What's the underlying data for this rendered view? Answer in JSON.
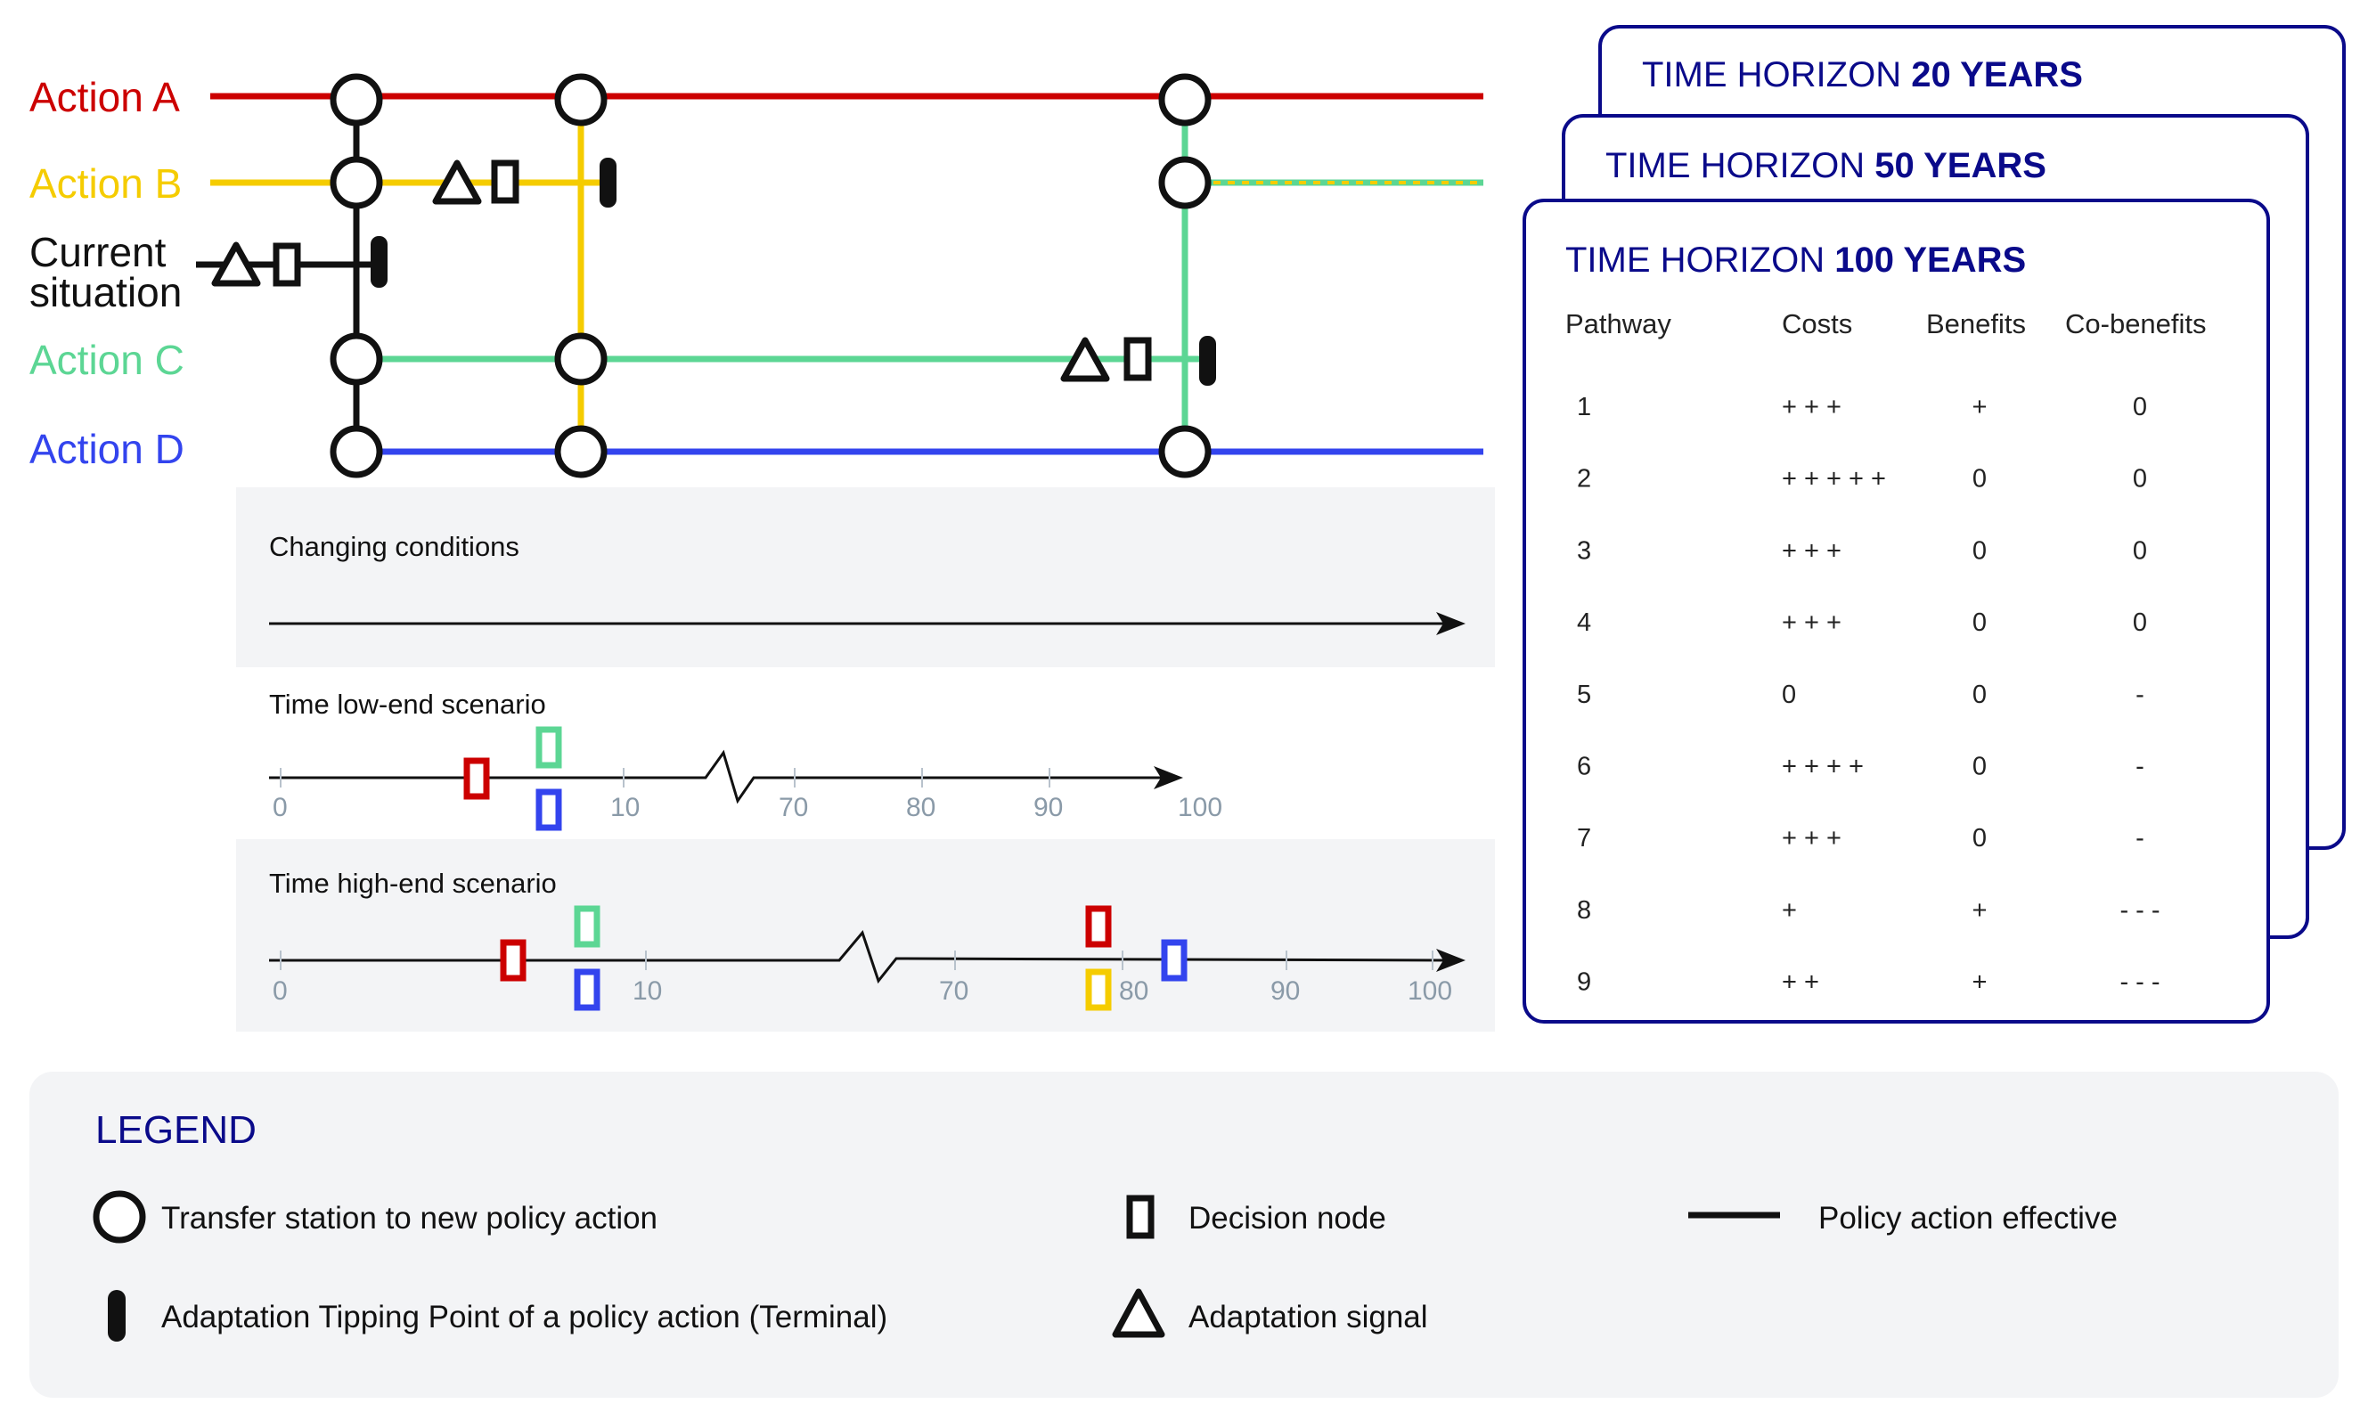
{
  "actions": [
    {
      "label": "Action A",
      "color": "#cc0000"
    },
    {
      "label": "Action B",
      "color": "#f5cc00"
    },
    {
      "label": "Current",
      "label2": "situation",
      "color": "#111111"
    },
    {
      "label": "Action C",
      "color": "#5cd694"
    },
    {
      "label": "Action D",
      "color": "#3344ee"
    }
  ],
  "panels": {
    "changing": "Changing conditions",
    "low": {
      "title": "Time low-end scenario",
      "ticks": [
        "0",
        "10",
        "70",
        "80",
        "90",
        "100"
      ]
    },
    "high": {
      "title": "Time high-end scenario",
      "ticks": [
        "0",
        "10",
        "70",
        "80",
        "90",
        "100"
      ]
    }
  },
  "horizons": {
    "prefix": "TIME HORIZON",
    "h20": "20 YEARS",
    "h50": "50 YEARS",
    "h100": "100 YEARS"
  },
  "table": {
    "headers": [
      "Pathway",
      "Costs",
      "Benefits",
      "Co-benefits"
    ],
    "rows": [
      [
        "1",
        "+ + +",
        "+",
        "0"
      ],
      [
        "2",
        "+ + + + +",
        "0",
        "0"
      ],
      [
        "3",
        "+ + +",
        "0",
        "0"
      ],
      [
        "4",
        "+ + +",
        "0",
        "0"
      ],
      [
        "5",
        "0",
        "0",
        "-"
      ],
      [
        "6",
        "+ + + +",
        "0",
        "-"
      ],
      [
        "7",
        "+ + +",
        "0",
        "-"
      ],
      [
        "8",
        "+",
        "+",
        "- - -"
      ],
      [
        "9",
        "+ +",
        "+",
        "- - -"
      ]
    ]
  },
  "legend": {
    "title": "LEGEND",
    "transfer": "Transfer station to new policy action",
    "decision": "Decision node",
    "effective": "Policy action effective",
    "tipping": "Adaptation Tipping Point of a policy action (Terminal)",
    "signal": "Adaptation signal"
  },
  "icons": [
    "transfer-station-icon",
    "decision-node-icon",
    "policy-line-icon",
    "tipping-point-icon",
    "adaptation-signal-icon",
    "arrow-icon"
  ]
}
